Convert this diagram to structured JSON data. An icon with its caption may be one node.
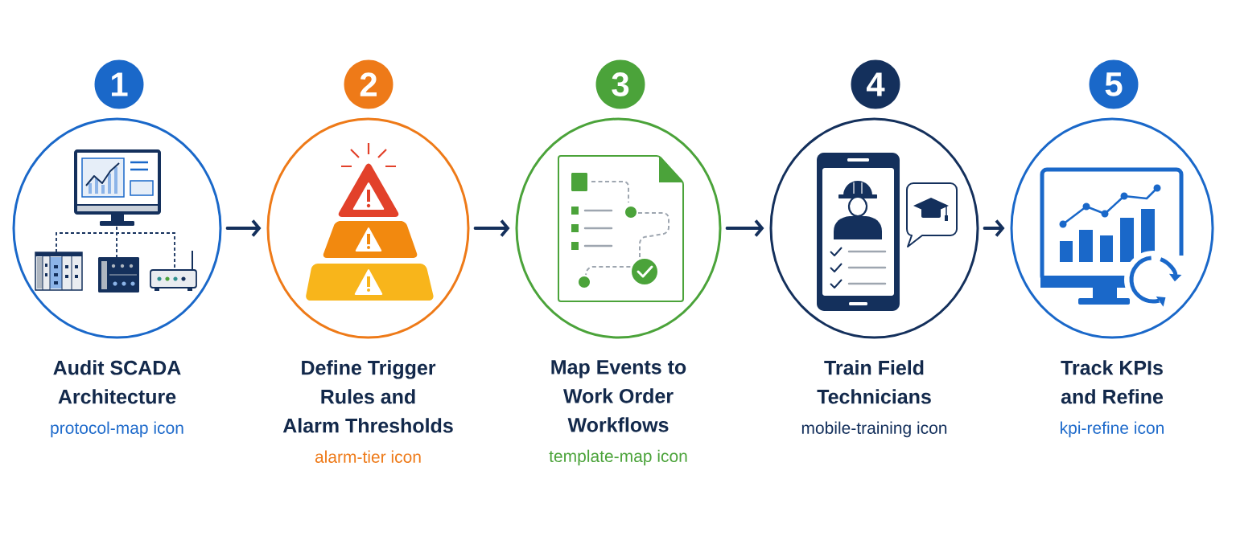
{
  "diagram": {
    "nodes": [
      {
        "text": [
          "1"
        ]
      },
      {
        "text": [
          "Audit SCADA Architecture",
          "protocol-map icon"
        ]
      },
      {
        "text": [
          "2"
        ]
      },
      {
        "text": [
          "Define Trigger Rules and Alarm Thresholds",
          "alarm-tier icon"
        ]
      },
      {
        "text": [
          "3"
        ]
      },
      {
        "text": [
          "Map Events to Work Order Workflows",
          "template-map icon"
        ]
      },
      {
        "text": [
          "4"
        ]
      },
      {
        "text": [
          "Train Field Technicians",
          "mobile-training icon"
        ]
      },
      {
        "text": [
          "5"
        ]
      },
      {
        "text": [
          "Track KPIs and Refine",
          "kpi-refine icon"
        ]
      }
    ],
    "edges": [
      {
        "from": 1,
        "to": 3,
        "arrow": "to"
      },
      {
        "from": 3,
        "to": 5,
        "arrow": "to"
      },
      {
        "from": 5,
        "to": 7,
        "arrow": "to"
      },
      {
        "from": 7,
        "to": 9,
        "arrow": "to"
      }
    ]
  }
}
